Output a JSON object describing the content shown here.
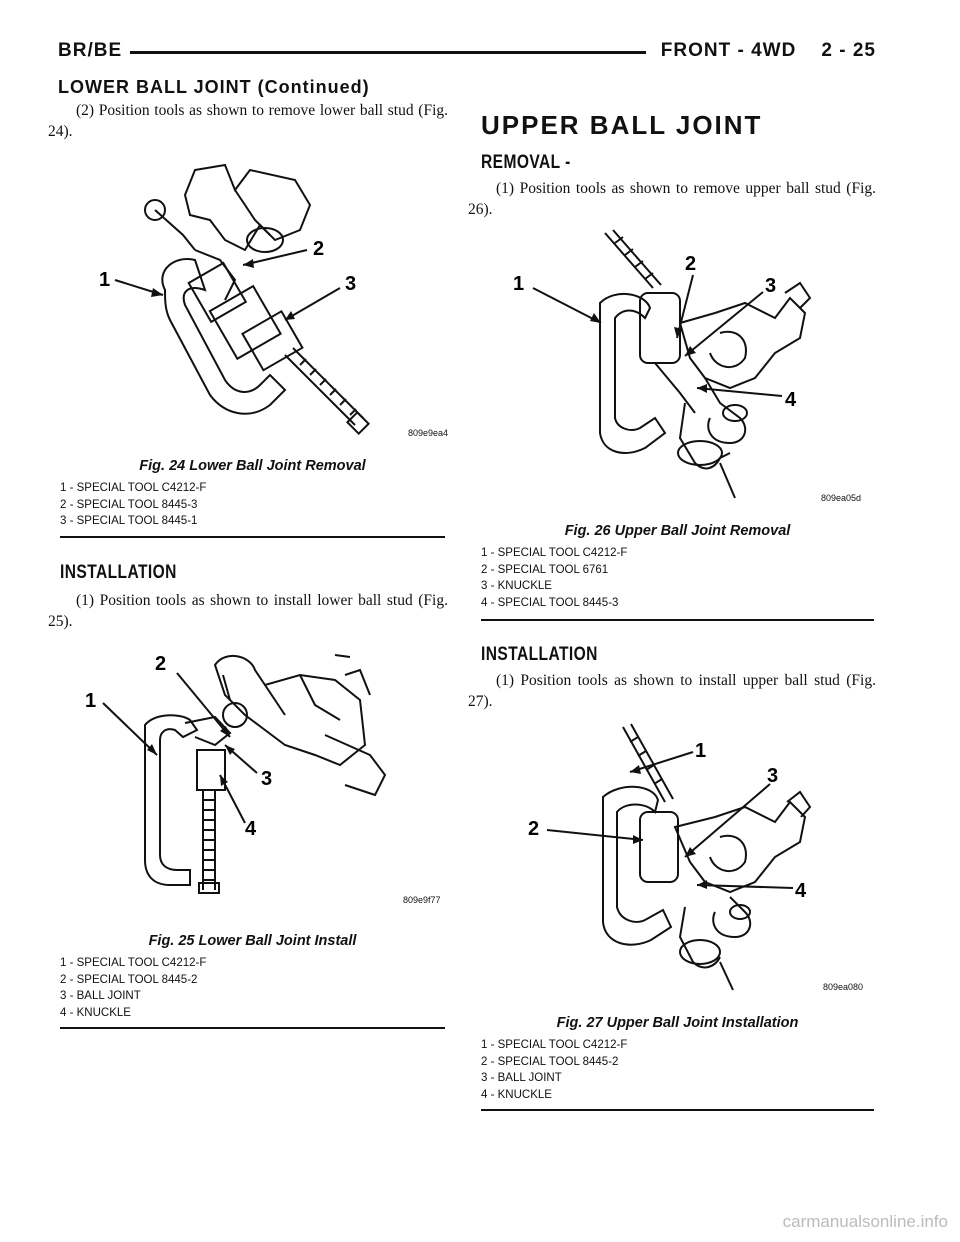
{
  "header": {
    "left": "BR/BE",
    "right": "FRONT - 4WD    2 - 25",
    "continued": "LOWER BALL JOINT (Continued)"
  },
  "left_column": {
    "step1": "(2) Position tools as shown to remove lower ball stud (Fig. 24).",
    "fig24": {
      "code": "809e9ea4",
      "caption": "Fig. 24 Lower Ball Joint Removal",
      "legend": [
        "1 - SPECIAL TOOL C4212-F",
        "2 - SPECIAL TOOL 8445-3",
        "3 - SPECIAL TOOL 8445-1"
      ],
      "callouts": [
        "1",
        "2",
        "3"
      ]
    },
    "install_heading": "INSTALLATION",
    "step2": "(1) Position tools as shown to install lower ball stud (Fig. 25).",
    "fig25": {
      "code": "809e9f77",
      "caption": "Fig. 25 Lower Ball Joint Install",
      "legend": [
        "1 - SPECIAL TOOL C4212-F",
        "2 - SPECIAL TOOL 8445-2",
        "3 - BALL JOINT",
        "4 - KNUCKLE"
      ],
      "callouts": [
        "1",
        "2",
        "3",
        "4"
      ]
    }
  },
  "right_column": {
    "title": "UPPER BALL JOINT",
    "removal_heading": "REMOVAL -",
    "step1": "(1) Position tools as shown to remove upper ball stud (Fig. 26).",
    "fig26": {
      "code": "809ea05d",
      "caption": "Fig. 26 Upper Ball Joint Removal",
      "legend": [
        "1 - SPECIAL TOOL C4212-F",
        "2 - SPECIAL TOOL 6761",
        "3 - KNUCKLE",
        "4 - SPECIAL TOOL 8445-3"
      ],
      "callouts": [
        "1",
        "2",
        "3",
        "4"
      ]
    },
    "install_heading": "INSTALLATION",
    "step2": "(1) Position tools as shown to install upper ball stud (Fig. 27).",
    "fig27": {
      "code": "809ea080",
      "caption": "Fig. 27 Upper Ball Joint Installation",
      "legend": [
        "1 - SPECIAL TOOL C4212-F",
        "2 - SPECIAL TOOL 8445-2",
        "3 - BALL JOINT",
        "4 - KNUCKLE"
      ],
      "callouts": [
        "1",
        "2",
        "3",
        "4"
      ]
    }
  },
  "watermark": "carmanualsonline.info"
}
